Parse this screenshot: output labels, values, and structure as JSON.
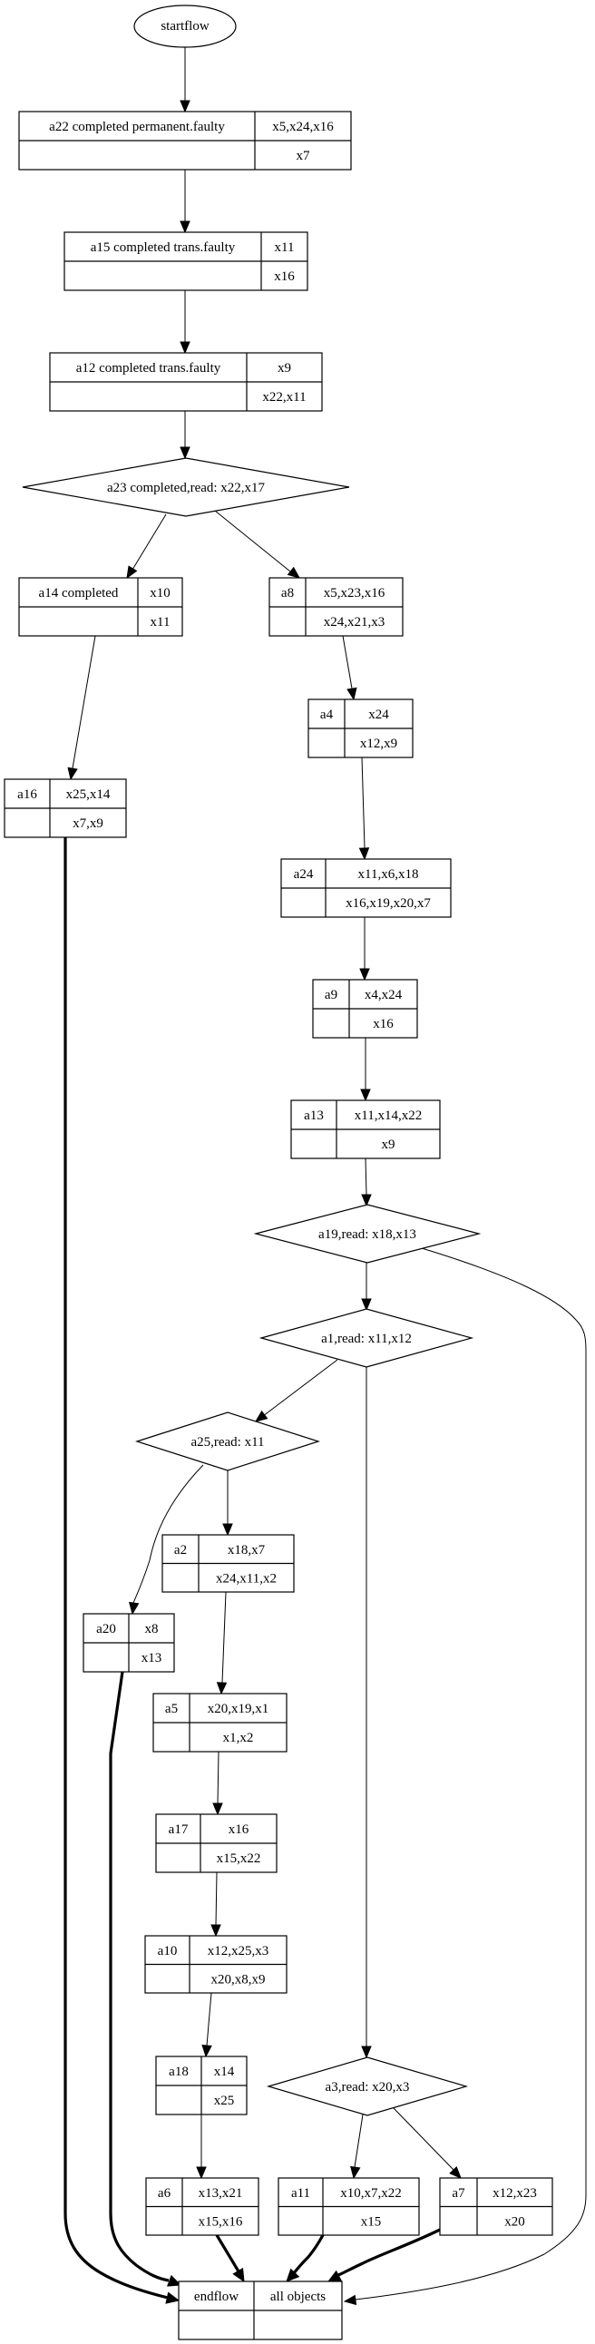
{
  "diagram": {
    "start": {
      "id": "startflow",
      "label": "startflow"
    },
    "end": {
      "id": "endflow",
      "label": "endflow",
      "objects": "all objects"
    },
    "records": {
      "a22": {
        "name": "a22  completed permanent.faulty",
        "top": "x5,x24,x16",
        "bottom": "x7"
      },
      "a15": {
        "name": "a15  completed trans.faulty",
        "top": "x11",
        "bottom": "x16"
      },
      "a12": {
        "name": "a12  completed trans.faulty",
        "top": "x9",
        "bottom": "x22,x11"
      },
      "a14": {
        "name": "a14 completed",
        "top": "x10",
        "bottom": "x11"
      },
      "a8": {
        "name": "a8",
        "top": "x5,x23,x16",
        "bottom": "x24,x21,x3"
      },
      "a4": {
        "name": "a4",
        "top": "x24",
        "bottom": "x12,x9"
      },
      "a16": {
        "name": "a16",
        "top": "x25,x14",
        "bottom": "x7,x9"
      },
      "a24": {
        "name": "a24",
        "top": "x11,x6,x18",
        "bottom": "x16,x19,x20,x7"
      },
      "a9": {
        "name": "a9",
        "top": "x4,x24",
        "bottom": "x16"
      },
      "a13": {
        "name": "a13",
        "top": "x11,x14,x22",
        "bottom": "x9"
      },
      "a2": {
        "name": "a2",
        "top": "x18,x7",
        "bottom": "x24,x11,x2"
      },
      "a20": {
        "name": "a20",
        "top": "x8",
        "bottom": "x13"
      },
      "a5": {
        "name": "a5",
        "top": "x20,x19,x1",
        "bottom": "x1,x2"
      },
      "a17": {
        "name": "a17",
        "top": "x16",
        "bottom": "x15,x22"
      },
      "a10": {
        "name": "a10",
        "top": "x12,x25,x3",
        "bottom": "x20,x8,x9"
      },
      "a18": {
        "name": "a18",
        "top": "x14",
        "bottom": "x25"
      },
      "a6": {
        "name": "a6",
        "top": "x13,x21",
        "bottom": "x15,x16"
      },
      "a11": {
        "name": "a11",
        "top": "x10,x7,x22",
        "bottom": "x15"
      },
      "a7": {
        "name": "a7",
        "top": "x12,x23",
        "bottom": "x20"
      }
    },
    "decisions": {
      "a23": {
        "label": "a23 completed,read: x22,x17"
      },
      "a19": {
        "label": "a19,read: x18,x13"
      },
      "a1": {
        "label": "a1,read: x11,x12"
      },
      "a25": {
        "label": "a25,read: x11"
      },
      "a3": {
        "label": "a3,read: x20,x3"
      }
    },
    "edges": [
      {
        "from": "startflow",
        "to": "a22"
      },
      {
        "from": "a22",
        "to": "a15"
      },
      {
        "from": "a15",
        "to": "a12"
      },
      {
        "from": "a12",
        "to": "a23"
      },
      {
        "from": "a23",
        "to": "a14"
      },
      {
        "from": "a23",
        "to": "a8"
      },
      {
        "from": "a14",
        "to": "a16"
      },
      {
        "from": "a8",
        "to": "a4"
      },
      {
        "from": "a4",
        "to": "a24"
      },
      {
        "from": "a24",
        "to": "a9"
      },
      {
        "from": "a9",
        "to": "a13"
      },
      {
        "from": "a13",
        "to": "a19"
      },
      {
        "from": "a19",
        "to": "a1"
      },
      {
        "from": "a19",
        "to": "endflow"
      },
      {
        "from": "a1",
        "to": "a25"
      },
      {
        "from": "a1",
        "to": "a3"
      },
      {
        "from": "a25",
        "to": "a20"
      },
      {
        "from": "a25",
        "to": "a2"
      },
      {
        "from": "a2",
        "to": "a5"
      },
      {
        "from": "a5",
        "to": "a17"
      },
      {
        "from": "a17",
        "to": "a10"
      },
      {
        "from": "a10",
        "to": "a18"
      },
      {
        "from": "a18",
        "to": "a6"
      },
      {
        "from": "a3",
        "to": "a11"
      },
      {
        "from": "a3",
        "to": "a7"
      },
      {
        "from": "a16",
        "to": "endflow",
        "bold": true
      },
      {
        "from": "a20",
        "to": "endflow",
        "bold": true
      },
      {
        "from": "a6",
        "to": "endflow",
        "bold": true
      },
      {
        "from": "a11",
        "to": "endflow",
        "bold": true
      },
      {
        "from": "a7",
        "to": "endflow",
        "bold": true
      }
    ]
  }
}
